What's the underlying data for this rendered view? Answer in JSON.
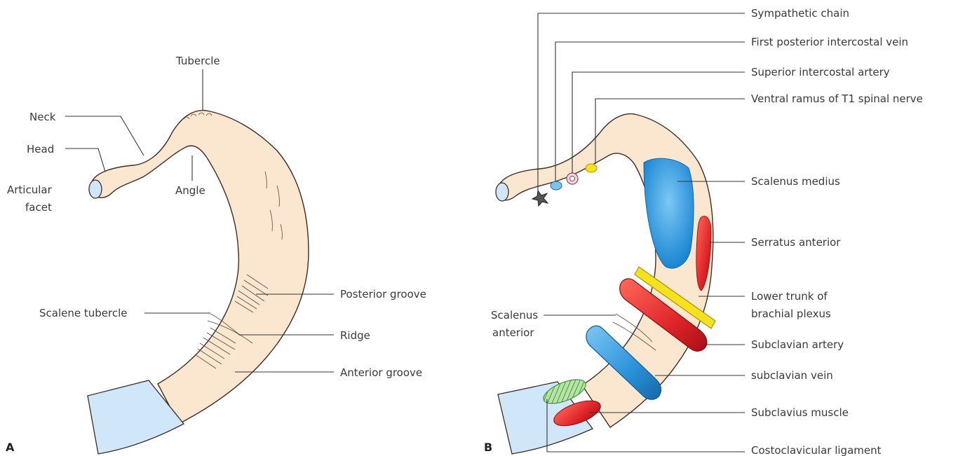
{
  "panel_a": {
    "letter": "A",
    "labels": {
      "tubercle": "Tubercle",
      "neck": "Neck",
      "head": "Head",
      "articular_facet_1": "Articular",
      "articular_facet_2": "facet",
      "angle": "Angle",
      "posterior_groove": "Posterior groove",
      "scalene_tubercle": "Scalene tubercle",
      "ridge": "Ridge",
      "anterior_groove": "Anterior groove"
    }
  },
  "panel_b": {
    "letter": "B",
    "labels": {
      "sympathetic_chain": "Sympathetic chain",
      "first_posterior_intercostal_vein": "First posterior intercostal vein",
      "superior_intercostal_artery": "Superior intercostal artery",
      "ventral_ramus_t1": "Ventral ramus of T1 spinal nerve",
      "scalenus_medius": "Scalenus medius",
      "serratus_anterior": "Serratus anterior",
      "lower_trunk_1": "Lower trunk of",
      "lower_trunk_2": "brachial plexus",
      "scalenus_anterior_1": "Scalenus",
      "scalenus_anterior_2": "anterior",
      "subclavian_artery": "Subclavian artery",
      "subclavian_vein": "subclavian vein",
      "subclavius_muscle": "Subclavius muscle",
      "costoclavicular_ligament": "Costoclavicular ligament"
    }
  },
  "colors": {
    "bone": "#fbe6cf",
    "cartilage": "#cfe7f8",
    "muscle_blue": "#1e8fd8",
    "artery_red": "#e0262a",
    "nerve_yellow": "#f6e21a",
    "ligament_green": "#7cc46a"
  }
}
